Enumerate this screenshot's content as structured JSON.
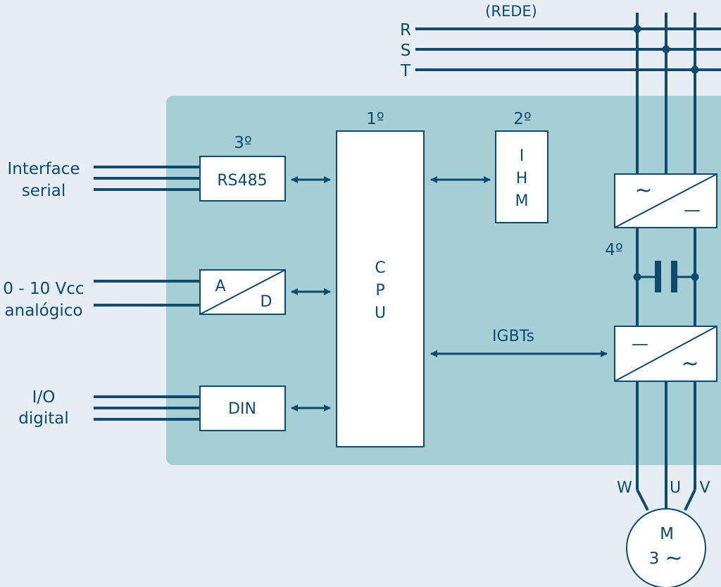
{
  "colors": {
    "background": "#e6eef3",
    "panel": "#a6cfd5",
    "line": "#0e4a6e",
    "box_fill": "#ffffff"
  },
  "mains": {
    "label": "(REDE)",
    "phases": [
      "R",
      "S",
      "T"
    ]
  },
  "inputs": {
    "serial_lines": [
      "Interface",
      "serial"
    ],
    "analog_lines": [
      "0 - 10 Vcc",
      "analógico"
    ],
    "digital_lines": [
      "I/O",
      "digital"
    ]
  },
  "blocks": {
    "rs485": {
      "label": "RS485",
      "order": "3º"
    },
    "adc": {
      "label_a": "A",
      "label_d": "D"
    },
    "din": {
      "label": "DIN"
    },
    "cpu": {
      "letters": [
        "C",
        "P",
        "U"
      ],
      "order": "1º"
    },
    "ihm": {
      "letters": [
        "I",
        "H",
        "M"
      ],
      "order": "2º"
    },
    "rectifier": {
      "ac_symbol": "~",
      "dc_symbol": "—"
    },
    "inverter": {
      "dc_symbol": "—",
      "ac_symbol": "~"
    },
    "dc_link": {
      "order": "4º",
      "icon": "capacitor-icon"
    }
  },
  "igbt_label": "IGBTs",
  "motor": {
    "label": "M",
    "phases": "3",
    "ac_symbol": "~",
    "terminals": [
      "W",
      "U",
      "V"
    ]
  }
}
